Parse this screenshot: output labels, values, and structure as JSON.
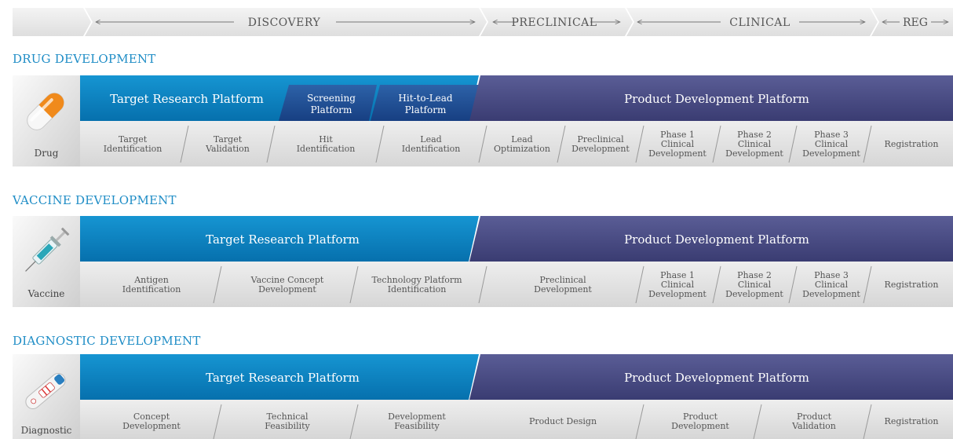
{
  "phases": [
    {
      "label": "DISCOVERY"
    },
    {
      "label": "PRECLINICAL"
    },
    {
      "label": "CLINICAL"
    },
    {
      "label": "REG"
    }
  ],
  "sections": [
    {
      "title": "DRUG DEVELOPMENT",
      "icon_label": "Drug",
      "icon": "pill-icon",
      "platforms": [
        "Target Research Platform",
        "Screening\nPlatform",
        "Hit-to-Lead\nPlatform",
        "Product Development Platform"
      ],
      "steps": [
        "Target\nIdentification",
        "Target\nValidation",
        "Hit\nIdentification",
        "Lead\nIdentification",
        "Lead\nOptimization",
        "Preclinical\nDevelopment",
        "Phase 1\nClinical\nDevelopment",
        "Phase 2\nClinical\nDevelopment",
        "Phase 3\nClinical\nDevelopment",
        "Registration"
      ]
    },
    {
      "title": "VACCINE DEVELOPMENT",
      "icon_label": "Vaccine",
      "icon": "syringe-icon",
      "platforms": [
        "Target Research Platform",
        "Product Development Platform"
      ],
      "steps": [
        "Antigen\nIdentification",
        "Vaccine Concept\nDevelopment",
        "Technology Platform\nIdentification",
        "Preclinical\nDevelopment",
        "Phase 1\nClinical\nDevelopment",
        "Phase 2\nClinical\nDevelopment",
        "Phase 3\nClinical\nDevelopment",
        "Registration"
      ]
    },
    {
      "title": "DIAGNOSTIC DEVELOPMENT",
      "icon_label": "Diagnostic",
      "icon": "test-tube-icon",
      "platforms": [
        "Target Research Platform",
        "Product Development Platform"
      ],
      "steps": [
        "Concept\nDevelopment",
        "Technical\nFeasibility",
        "Development\nFeasibility",
        "Product Design",
        "Product\nDevelopment",
        "Product\nValidation",
        "Registration"
      ]
    }
  ],
  "colors": {
    "target_blue": "#0a7ec0",
    "screen_blue": "#1d4f97",
    "product_purple": "#474a83",
    "title_blue": "#1f8dc6",
    "step_gray": "#e2e2e2"
  }
}
